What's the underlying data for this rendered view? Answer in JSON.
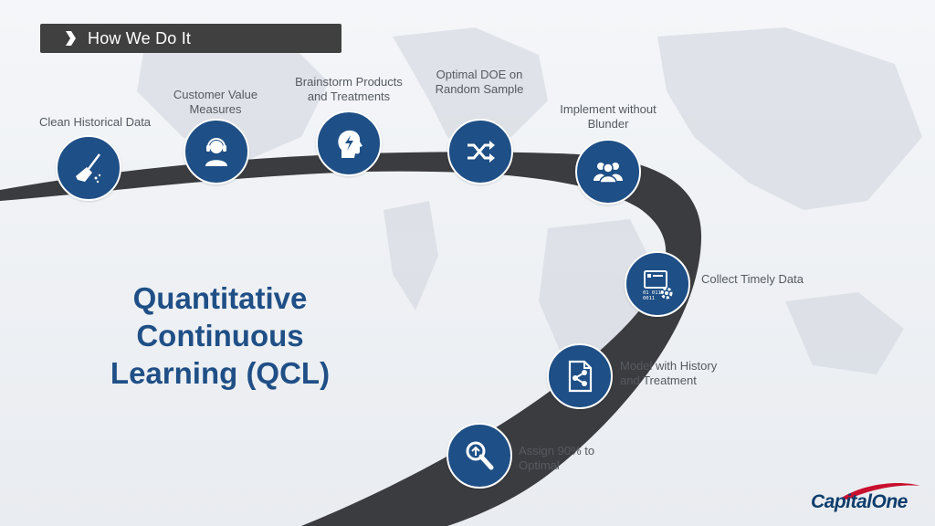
{
  "header": {
    "title": "How We Do It"
  },
  "main_title": [
    "Quantitative",
    "Continuous",
    "Learning (QCL)"
  ],
  "steps": [
    {
      "label": "Clean Historical Data",
      "icon": "broom-icon"
    },
    {
      "label": "Customer Value Measures",
      "icon": "headset-user-icon"
    },
    {
      "label": "Brainstorm Products and Treatments",
      "icon": "head-lightning-icon"
    },
    {
      "label": "Optimal DOE on Random Sample",
      "icon": "shuffle-icon"
    },
    {
      "label": "Implement without Blunder",
      "icon": "people-group-icon"
    },
    {
      "label": "Collect Timely Data",
      "icon": "data-gears-icon"
    },
    {
      "label": "Model with History and Treatment",
      "icon": "document-share-icon"
    },
    {
      "label": "Assign 90% to Optimal",
      "icon": "magnifier-icon"
    }
  ],
  "logo": {
    "text": "CapitalOne"
  },
  "colors": {
    "node": "#1e4f86",
    "title": "#1f4f86",
    "curve": "#3b3c3f",
    "header": "#404040"
  }
}
